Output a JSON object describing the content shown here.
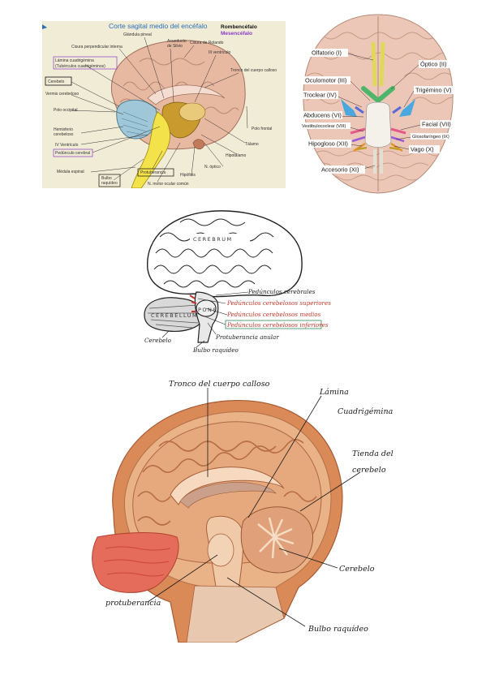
{
  "figure1": {
    "title": "Corte sagital medio del encéfalo",
    "legend_rombencefalo": "Rombencéfalo",
    "legend_mesencefalo": "Mesencéfalo",
    "labels": {
      "glandula_pineal": "Glándula pineal",
      "acueducto": "Acueducto",
      "de_silvio": "de Silvio",
      "cisura_rolando": "Cisura de Rolando",
      "cisura_perpendicular": "Cisura perpendicular interna",
      "iii_ventriculo": "III ventrículo",
      "lamina_1": "Lámina cuadrigémina",
      "lamina_2": "(Tubérculos cuadrigéminos)",
      "tronco_calloso": "Tronco del cuerpo calloso",
      "cerebelo": "Cerebelo",
      "vermis": "Vermis cerebeloso",
      "polo_occipital": "Polo occipital",
      "polo_frontal": "Polo frontal",
      "hemisferio_1": "Hemisferio",
      "hemisferio_2": "cerebeloso",
      "talamo": "Tálamo",
      "iv_ventriculo": "IV Ventrículo",
      "pedunculo": "Pedúnculo cerebral",
      "hipotalamo": "Hipotálamo",
      "n_optico": "N. óptico",
      "medula": "Médula espinal",
      "hipofisis": "Hipófisis",
      "bulbo_1": "Bulbo",
      "bulbo_2": "raquídeo",
      "protuberancia": "Protuberancia",
      "motor_ocular": "N. motor ocular común"
    }
  },
  "figure2": {
    "labels": {
      "olfatorio": "Olfatorio (I)",
      "optico": "Óptico (II)",
      "oculomotor": "Oculomotor (III)",
      "troclear": "Troclear (IV)",
      "trigemino": "Trigémino (V)",
      "abducens": "Abducens (VI)",
      "facial": "Facial (VII)",
      "vestibulococlear": "Vestibulococlear (VIII)",
      "glosofaringeo": "Glosofaríngeo (IX)",
      "hipogloso": "Hipogloso (XII)",
      "vago": "Vago (X)",
      "accesorio": "Accesorio (XI)"
    }
  },
  "figure3": {
    "labels": {
      "cerebrum": "CEREBRUM",
      "cerebellum": "CEREBELLUM",
      "pons": "PONS",
      "pedunculos_cerebrales": "Pedúnculos cerebrales",
      "ped_superiores": "Pedúnculos cerebelosos superiores",
      "ped_medios": "Pedúnculos cerebelosos medios",
      "ped_inferiores": "Pedúnculos cerebelosos inferiores",
      "protuberancia_anular": "Protuberancia anular",
      "cerebelo": "Cerebelo",
      "bulbo": "Bulbo raquídeo"
    }
  },
  "figure4": {
    "labels": {
      "tronco": "Tronco del cuerpo calloso",
      "lamina_1": "Lámina",
      "lamina_2": "Cuadrigémina",
      "tienda_1": "Tienda del",
      "tienda_2": "cerebelo",
      "cerebelo": "Cerebelo",
      "protuberancia": "protuberancia",
      "bulbo": "Bulbo raquídeo"
    }
  }
}
